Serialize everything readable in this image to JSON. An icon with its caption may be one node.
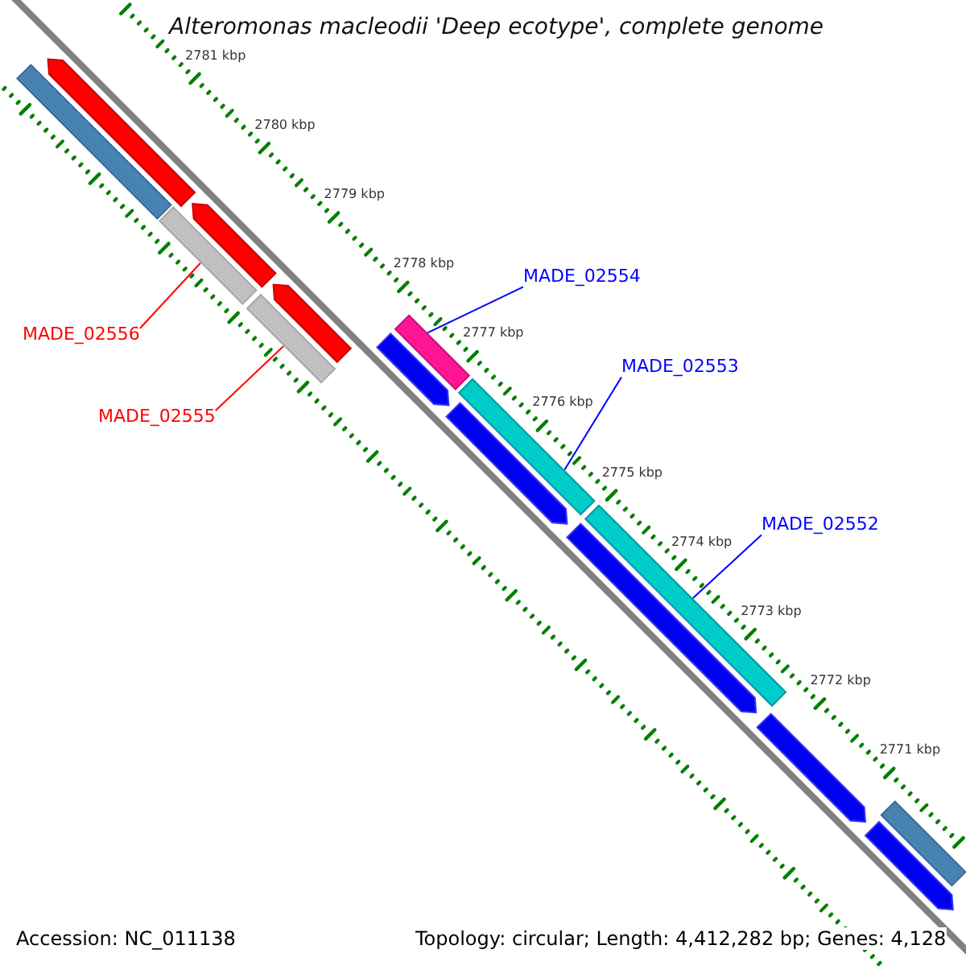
{
  "diagram": {
    "title": "Alteromonas macleodii 'Deep ecotype', complete genome",
    "nodes": [
      {
        "text": [
          "MADE_02556"
        ]
      },
      {
        "text": [
          "MADE_02555"
        ]
      },
      {
        "text": [
          "MADE_02554"
        ]
      },
      {
        "text": [
          "MADE_02553"
        ]
      },
      {
        "text": [
          "MADE_02552"
        ]
      },
      {
        "text": [],
        "shape": "bar"
      },
      {
        "text": [],
        "shape": "bar"
      },
      {
        "text": [],
        "shape": "bar"
      },
      {
        "text": [],
        "shape": "bar"
      },
      {
        "text": [],
        "shape": "bar"
      },
      {
        "text": [],
        "shape": "bar"
      },
      {
        "text": [],
        "shape": "bar"
      },
      {
        "text": [],
        "shape": "bar"
      },
      {
        "text": [],
        "shape": "bar"
      },
      {
        "text": [],
        "shape": "bar"
      },
      {
        "text": [],
        "shape": "bar"
      },
      {
        "text": [],
        "shape": "bar"
      },
      {
        "text": [],
        "shape": "bar"
      },
      {
        "text": [],
        "shape": "bar"
      },
      {
        "text": [],
        "shape": "bar"
      }
    ],
    "edges": [
      {
        "from": 0,
        "to": 7,
        "arrow": "none",
        "color": "#ff0000"
      },
      {
        "from": 1,
        "to": 9,
        "arrow": "none",
        "color": "#ff0000"
      },
      {
        "from": 2,
        "to": 12,
        "arrow": "none"
      },
      {
        "from": 3,
        "to": 13,
        "arrow": "none"
      },
      {
        "from": 4,
        "to": 15,
        "arrow": "none"
      }
    ],
    "labels": [
      "2781 kbp",
      "2780 kbp",
      "2779 kbp",
      "2778 kbp",
      "2777 kbp",
      "2776 kbp",
      "2775 kbp",
      "2774 kbp",
      "2773 kbp",
      "2772 kbp",
      "2771 kbp",
      "Accession: NC_011138",
      "Topology: circular; Length: 4,412,282 bp; Genes: 4,128"
    ]
  }
}
